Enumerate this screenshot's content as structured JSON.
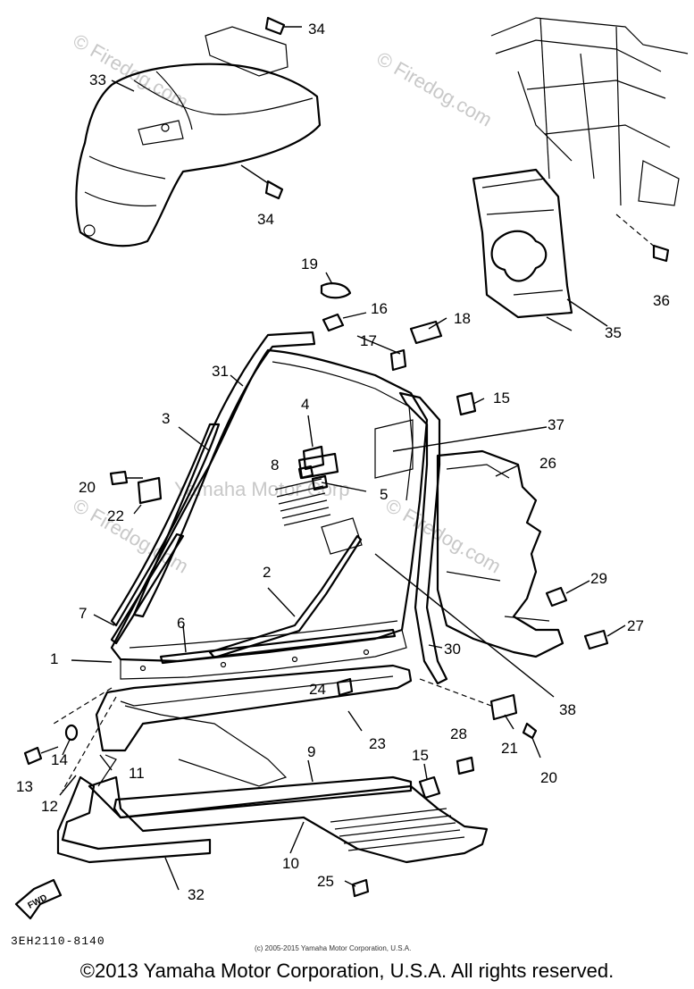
{
  "diagram": {
    "code": "3EH2110-8140",
    "internal_copyright": "(c) 2005-2015 Yamaha Motor Corporation, U.S.A.",
    "footer_copyright": "©2013 Yamaha Motor Corporation, U.S.A. All rights reserved.",
    "fwd_label": "FWD"
  },
  "watermarks": {
    "firedog": "© Firedog.com",
    "yamaha": "Yamaha Motor Corp"
  },
  "callouts": [
    "1",
    "2",
    "3",
    "4",
    "5",
    "6",
    "7",
    "8",
    "9",
    "10",
    "11",
    "12",
    "13",
    "14",
    "15",
    "15",
    "16",
    "17",
    "18",
    "19",
    "20",
    "20",
    "21",
    "22",
    "23",
    "24",
    "25",
    "26",
    "27",
    "28",
    "29",
    "30",
    "31",
    "32",
    "33",
    "34",
    "34",
    "35",
    "36",
    "37",
    "38"
  ]
}
